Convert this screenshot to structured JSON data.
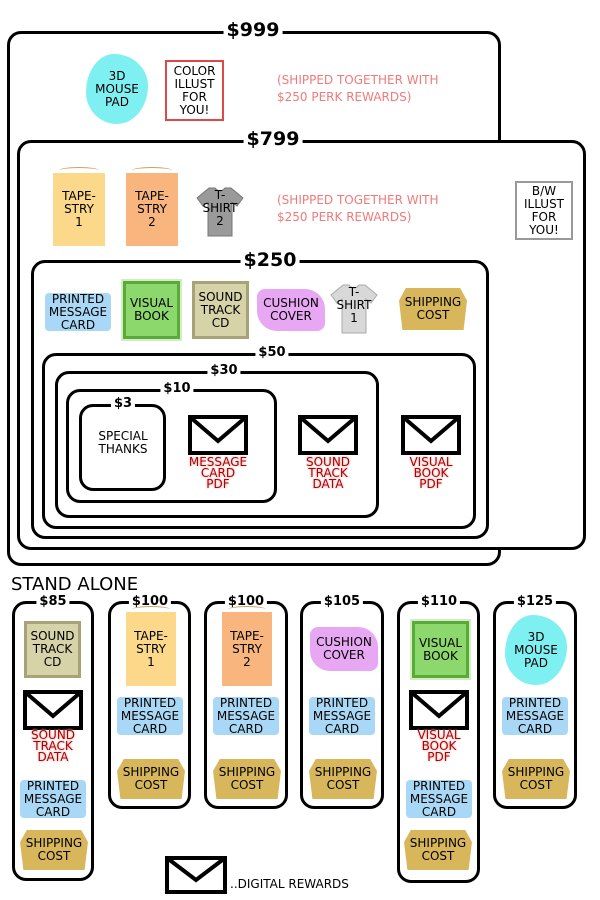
{
  "tiers": {
    "t999": "$999",
    "t799": "$799",
    "t250": "$250",
    "t50": "$50",
    "t30": "$30",
    "t10": "$10",
    "t3": "$3"
  },
  "items": {
    "mouse_pad": "3D\nMOUSE\nPAD",
    "color_illust": "COLOR\nILLUST\nFOR\nYOU!",
    "bw_illust": "B/W\nILLUST\nFOR\nYOU!",
    "shipped_note": "(SHIPPED TOGETHER WITH\n$250 PERK REWARDS)",
    "tapestry1": "TAPE-\nSTRY\n1",
    "tapestry2": "TAPE-\nSTRY\n2",
    "tshirt2": "T-\nSHIRT\n2",
    "tshirt1": "T-\nSHIRT\n1",
    "printed_card": "PRINTED\nMESSAGE\nCARD",
    "visual_book": "VISUAL\nBOOK",
    "sound_track_cd": "SOUND\nTRACK\nCD",
    "cushion_cover": "CUSHION\nCOVER",
    "shipping_cost": "SHIPPING\nCOST",
    "special_thanks": "SPECIAL\nTHANKS",
    "message_card_pdf": "MESSAGE\nCARD\nPDF",
    "sound_track_data": "SOUND\nTRACK\nDATA",
    "visual_book_pdf": "VISUAL\nBOOK\nPDF"
  },
  "standalone": {
    "title": "STAND ALONE",
    "p85": "$85",
    "p100a": "$100",
    "p100b": "$100",
    "p105": "$105",
    "p110": "$110",
    "p125": "$125"
  },
  "legend": {
    "label": "..DIGITAL REWARDS"
  },
  "colors": {
    "note": "#f07a7a",
    "digital_text": "#b00000"
  }
}
